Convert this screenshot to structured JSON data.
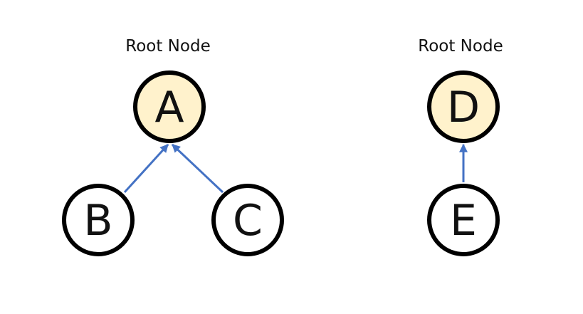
{
  "trees": [
    {
      "root_label": "Root Node",
      "root": {
        "label": "A",
        "fill": "#fff2cc"
      },
      "children": [
        {
          "label": "B",
          "fill": "#ffffff"
        },
        {
          "label": "C",
          "fill": "#ffffff"
        }
      ]
    },
    {
      "root_label": "Root Node",
      "root": {
        "label": "D",
        "fill": "#fff2cc"
      },
      "children": [
        {
          "label": "E",
          "fill": "#ffffff"
        }
      ]
    }
  ],
  "edges": [
    {
      "from": "B",
      "to": "A"
    },
    {
      "from": "C",
      "to": "A"
    },
    {
      "from": "E",
      "to": "D"
    }
  ],
  "colors": {
    "root_fill": "#fff2cc",
    "node_fill": "#ffffff",
    "node_stroke": "#000000",
    "edge": "#4472c4"
  }
}
